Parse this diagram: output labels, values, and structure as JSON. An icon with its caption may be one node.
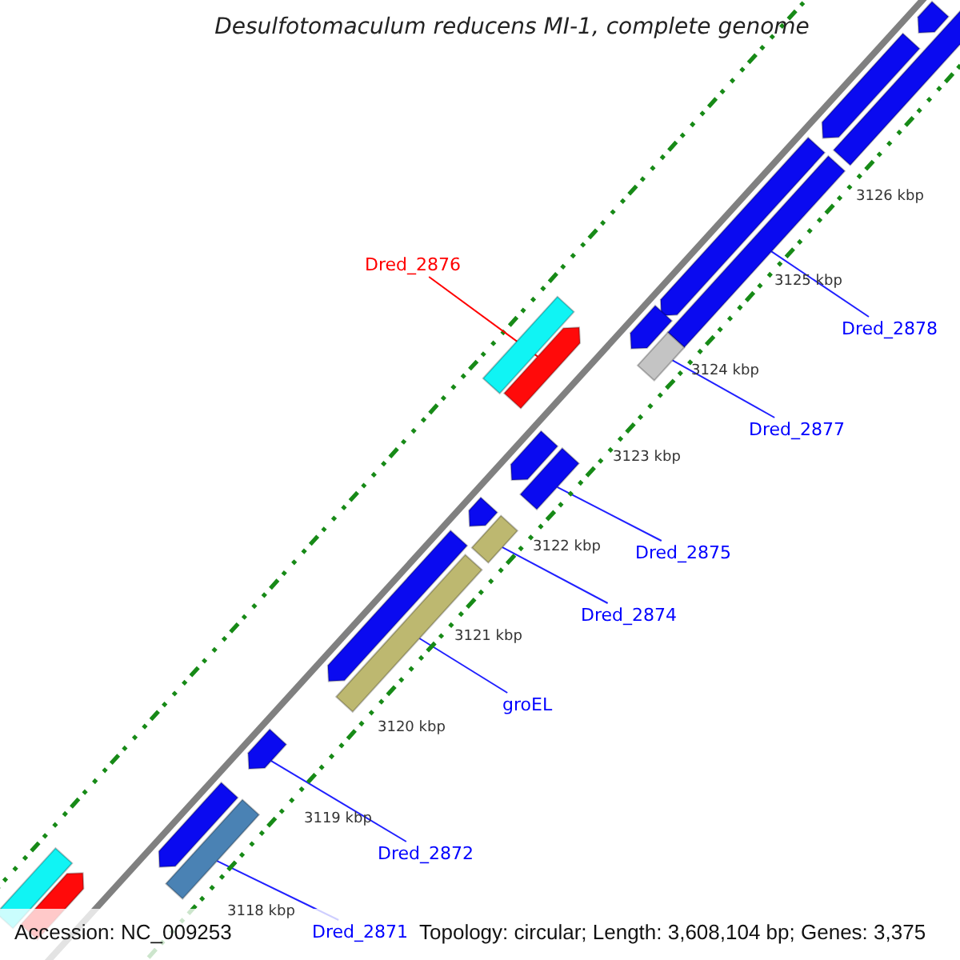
{
  "diagram": {
    "title": "Desulfotomaculum reducens MI-1, complete genome",
    "nodes": [
      {
        "text": [
          "Dred_2876"
        ]
      },
      {
        "text": [
          "Dred_2878"
        ]
      },
      {
        "text": [
          "Dred_2877"
        ]
      },
      {
        "text": [
          "Dred_2875"
        ]
      },
      {
        "text": [
          "Dred_2874"
        ]
      },
      {
        "text": [
          "groEL"
        ]
      },
      {
        "text": [
          "Dred_2872"
        ]
      },
      {
        "text": [
          "Dred_2871"
        ]
      },
      {
        "text": [],
        "shape": "arrow"
      },
      {
        "text": [],
        "shape": "bar"
      },
      {
        "text": [],
        "shape": "arrow"
      },
      {
        "text": [],
        "shape": "arrow"
      },
      {
        "text": [],
        "shape": "bar"
      },
      {
        "text": [],
        "shape": "arrow"
      },
      {
        "text": [],
        "shape": "bar"
      },
      {
        "text": [],
        "shape": "bar"
      },
      {
        "text": [],
        "shape": "arrow"
      },
      {
        "text": [],
        "shape": "arrow"
      },
      {
        "text": [],
        "shape": "bar"
      },
      {
        "text": [],
        "shape": "arrow"
      },
      {
        "text": [],
        "shape": "bar"
      },
      {
        "text": [],
        "shape": "arrow"
      },
      {
        "text": [],
        "shape": "bar"
      },
      {
        "text": [],
        "shape": "arrow"
      },
      {
        "text": [],
        "shape": "arrow"
      },
      {
        "text": [],
        "shape": "bar"
      },
      {
        "text": [],
        "shape": "arrow"
      },
      {
        "text": [],
        "shape": "bar"
      }
    ],
    "edges": [
      {
        "from": 0,
        "to": 16,
        "arrow": "none",
        "color": "#ff0000"
      },
      {
        "from": 1,
        "to": 12,
        "arrow": "none"
      },
      {
        "from": 2,
        "to": 14,
        "arrow": "none"
      },
      {
        "from": 3,
        "to": 18,
        "arrow": "none"
      },
      {
        "from": 4,
        "to": 20,
        "arrow": "none"
      },
      {
        "from": 5,
        "to": 22,
        "arrow": "none"
      },
      {
        "from": 6,
        "to": 23,
        "arrow": "none"
      },
      {
        "from": 7,
        "to": 25,
        "arrow": "none"
      }
    ],
    "labels": [
      "3126 kbp",
      "3125 kbp",
      "3124 kbp",
      "3123 kbp",
      "3122 kbp",
      "3121 kbp",
      "3120 kbp",
      "3119 kbp",
      "3118 kbp",
      "Accession: NC_009253",
      "Topology: circular; Length: 3,608,104 bp; Genes: 3,375"
    ]
  }
}
